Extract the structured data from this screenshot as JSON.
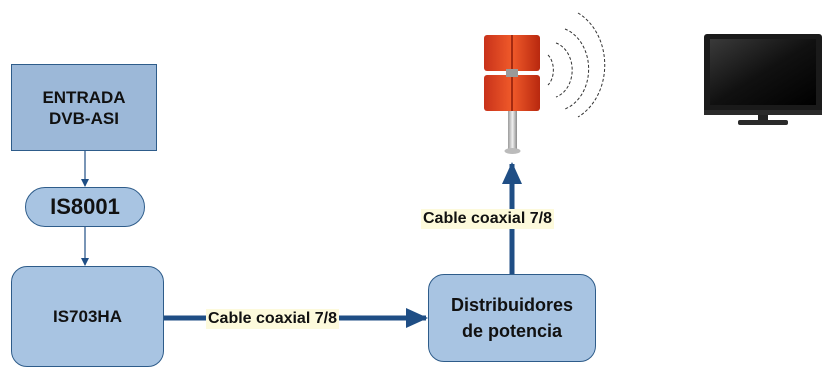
{
  "nodes": {
    "entrada": "ENTRADA\nDVB-ASI",
    "is8001": "IS8001",
    "is703ha": "IS703HA",
    "distribuidores": "Distribuidores\nde potencia"
  },
  "cables": {
    "horizontal": "Cable coaxial  7/8",
    "vertical": "Cable coaxial  7/8"
  },
  "colors": {
    "box_fill": "#a8c4e2",
    "box_stroke": "#2e5c8a",
    "link_color": "#1f4e85",
    "label_fill": "#fdfadc"
  },
  "icons": {
    "antenna": "transmitter-antenna-icon",
    "tv": "television-icon"
  }
}
